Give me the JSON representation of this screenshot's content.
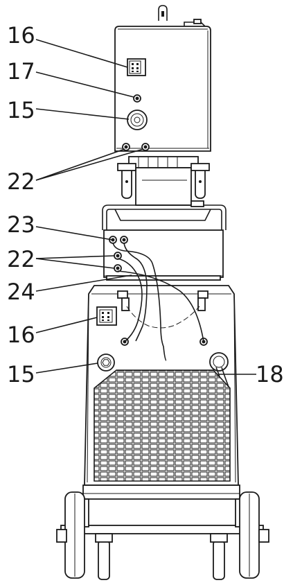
{
  "callouts": [
    {
      "id": "c16a",
      "label": "16"
    },
    {
      "id": "c17",
      "label": "17"
    },
    {
      "id": "c15a",
      "label": "15"
    },
    {
      "id": "c22a",
      "label": "22"
    },
    {
      "id": "c23",
      "label": "23"
    },
    {
      "id": "c22b",
      "label": "22"
    },
    {
      "id": "c24",
      "label": "24"
    },
    {
      "id": "c16b",
      "label": "16"
    },
    {
      "id": "c15b",
      "label": "15"
    },
    {
      "id": "c18",
      "label": "18"
    }
  ],
  "colors": {
    "line": "#1a1a1a",
    "background": "#ffffff"
  }
}
